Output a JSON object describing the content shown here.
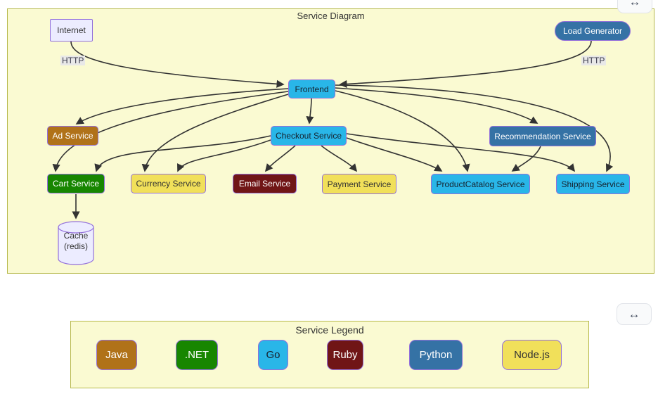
{
  "canvas": {
    "panel_bg": "#fafad2",
    "panel_border": "#b6b84a",
    "edge_color": "#333333",
    "node_border": "#9370DB",
    "edge_label_bg": "#e8e8e8"
  },
  "palette": {
    "java": {
      "bg": "#b07219",
      "fg": "#ffffff"
    },
    "dotnet": {
      "bg": "#178600",
      "fg": "#ffffff"
    },
    "golang": {
      "bg": "#29b6e8",
      "fg": "#16222e"
    },
    "ruby": {
      "bg": "#701516",
      "fg": "#ffffff"
    },
    "python": {
      "bg": "#3572a5",
      "fg": "#ffffff"
    },
    "javascript": {
      "bg": "#f1e05a",
      "fg": "#333333"
    },
    "external": {
      "bg": "#ececff",
      "fg": "#333333"
    }
  },
  "diagram": {
    "title": "Service Diagram",
    "nodes": {
      "internet": {
        "label": "Internet"
      },
      "load_generator": {
        "label": "Load Generator"
      },
      "frontend": {
        "label": "Frontend"
      },
      "ad": {
        "label": "Ad Service"
      },
      "checkout": {
        "label": "Checkout Service"
      },
      "recommendation": {
        "label": "Recommendation Service"
      },
      "cart": {
        "label": "Cart Service"
      },
      "currency": {
        "label": "Currency Service"
      },
      "email": {
        "label": "Email Service"
      },
      "payment": {
        "label": "Payment Service"
      },
      "product_catalog": {
        "label": "ProductCatalog Service"
      },
      "shipping": {
        "label": "Shipping Service"
      },
      "cache": {
        "label_line1": "Cache",
        "label_line2": "(redis)"
      }
    },
    "edge_labels": {
      "internet_http": "HTTP",
      "load_generator_http": "HTTP"
    },
    "edges": [
      {
        "from": "Internet",
        "to": "Frontend",
        "label": "HTTP"
      },
      {
        "from": "Load Generator",
        "to": "Frontend",
        "label": "HTTP"
      },
      {
        "from": "Frontend",
        "to": "Ad Service"
      },
      {
        "from": "Frontend",
        "to": "Cart Service"
      },
      {
        "from": "Frontend",
        "to": "Currency Service"
      },
      {
        "from": "Frontend",
        "to": "Checkout Service"
      },
      {
        "from": "Frontend",
        "to": "Recommendation Service"
      },
      {
        "from": "Frontend",
        "to": "ProductCatalog Service"
      },
      {
        "from": "Frontend",
        "to": "Shipping Service"
      },
      {
        "from": "Checkout Service",
        "to": "Cart Service"
      },
      {
        "from": "Checkout Service",
        "to": "Currency Service"
      },
      {
        "from": "Checkout Service",
        "to": "Email Service"
      },
      {
        "from": "Checkout Service",
        "to": "Payment Service"
      },
      {
        "from": "Checkout Service",
        "to": "ProductCatalog Service"
      },
      {
        "from": "Checkout Service",
        "to": "Shipping Service"
      },
      {
        "from": "Recommendation Service",
        "to": "ProductCatalog Service"
      },
      {
        "from": "Cart Service",
        "to": "Cache (redis)"
      }
    ]
  },
  "legend": {
    "title": "Service Legend",
    "items": [
      {
        "label": "Java",
        "color": "#b07219",
        "text_color": "#ffffff"
      },
      {
        "label": ".NET",
        "color": "#178600",
        "text_color": "#ffffff"
      },
      {
        "label": "Go",
        "color": "#29b6e8",
        "text_color": "#16222e"
      },
      {
        "label": "Ruby",
        "color": "#701516",
        "text_color": "#ffffff"
      },
      {
        "label": "Python",
        "color": "#3572a5",
        "text_color": "#ffffff"
      },
      {
        "label": "Node.js",
        "color": "#f1e05a",
        "text_color": "#333333"
      }
    ]
  },
  "controls": {
    "expand_top": "↔",
    "expand_bottom": "↔"
  }
}
